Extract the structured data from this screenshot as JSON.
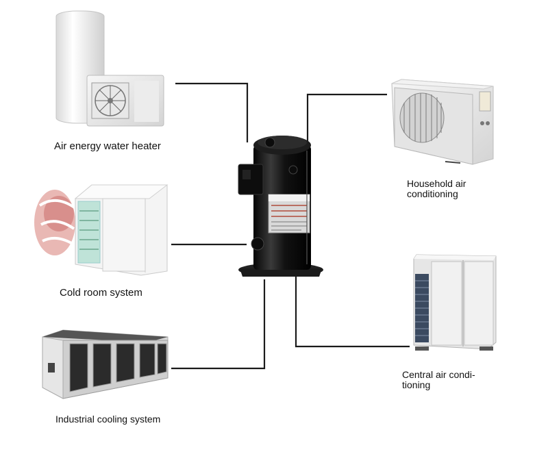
{
  "applications": {
    "water_heater": {
      "label": "Air energy water heater"
    },
    "cold_room": {
      "label": "Cold room system"
    },
    "industrial": {
      "label": "Industrial cooling system"
    },
    "household_ac": {
      "label_line1": "Household air",
      "label_line2": "conditioning"
    },
    "central_ac": {
      "label_line1": "Central air condi-",
      "label_line2": "tioning"
    }
  },
  "colors": {
    "connector": "#1a1a1a",
    "compressor_body": "#121212",
    "panel_white": "#f2f2f2",
    "panel_gray": "#c8c8c8"
  },
  "icons": {
    "center": "scroll-compressor-icon",
    "water_heater": "water-heater-icon",
    "cold_room": "cold-room-icon",
    "industrial": "industrial-chiller-icon",
    "household_ac": "ac-outdoor-unit-icon",
    "central_ac": "vrf-outdoor-unit-icon"
  }
}
